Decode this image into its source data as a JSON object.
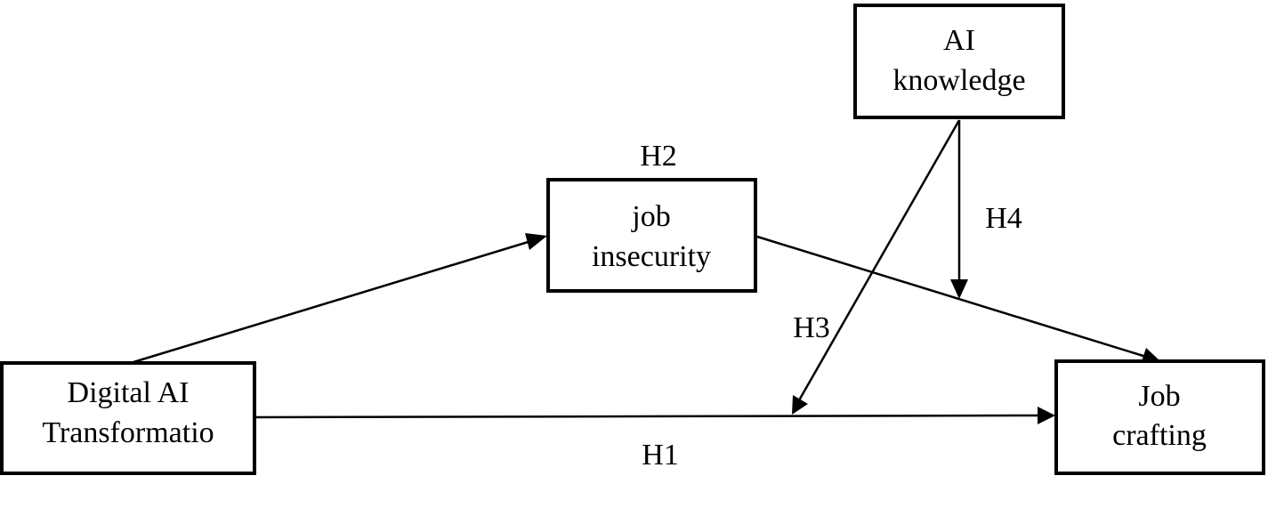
{
  "nodes": {
    "digital_ai": {
      "line1": "Digital AI",
      "line2": "Transformatio"
    },
    "job_insecurity": {
      "line1": "job",
      "line2": "insecurity"
    },
    "ai_knowledge": {
      "line1": "AI",
      "line2": "knowledge"
    },
    "job_crafting": {
      "line1": "Job",
      "line2": "crafting"
    }
  },
  "hypotheses": {
    "h1": "H1",
    "h2": "H2",
    "h3": "H3",
    "h4": "H4"
  },
  "edges": [
    {
      "from": "Digital AI Transformatio",
      "to": "job insecurity",
      "label": ""
    },
    {
      "from": "job insecurity",
      "to": "Job crafting",
      "label": ""
    },
    {
      "from": "Digital AI Transformatio",
      "to": "Job crafting",
      "label": "H1"
    },
    {
      "from": "AI knowledge",
      "to": "H1 path",
      "label": "H3"
    },
    {
      "from": "AI knowledge",
      "to": "indirect path",
      "label": "H4"
    }
  ],
  "colors": {
    "stroke": "#000000",
    "background": "#ffffff"
  }
}
